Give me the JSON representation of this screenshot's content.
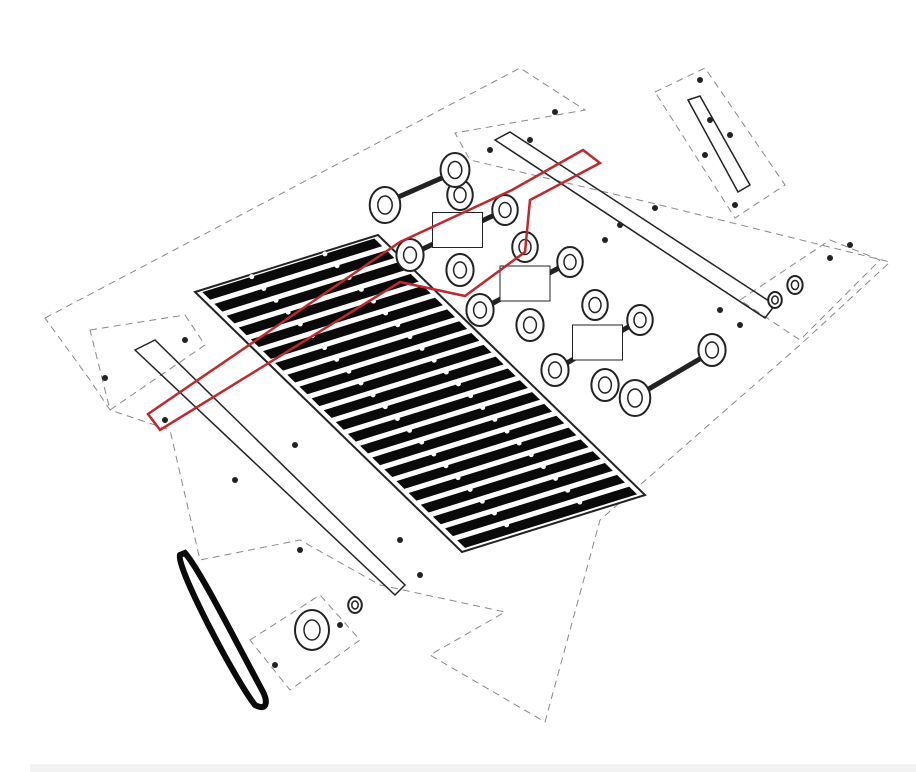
{
  "diagram": {
    "title": "",
    "colors": {
      "line": "#222222",
      "dash": "#888888",
      "highlight": "#c0282d",
      "track": "#0a0a0a",
      "background": "#ffffff",
      "footer": "#f2f2f2"
    },
    "track_bar_count": 22,
    "parts": [
      "track",
      "slide-rail-left",
      "slide-rail-right",
      "idler-wheel-assembly",
      "sprocket-shaft",
      "drive-chain",
      "drive-sprocket",
      "torsion-arm",
      "highlighted-shaft-assembly"
    ]
  }
}
